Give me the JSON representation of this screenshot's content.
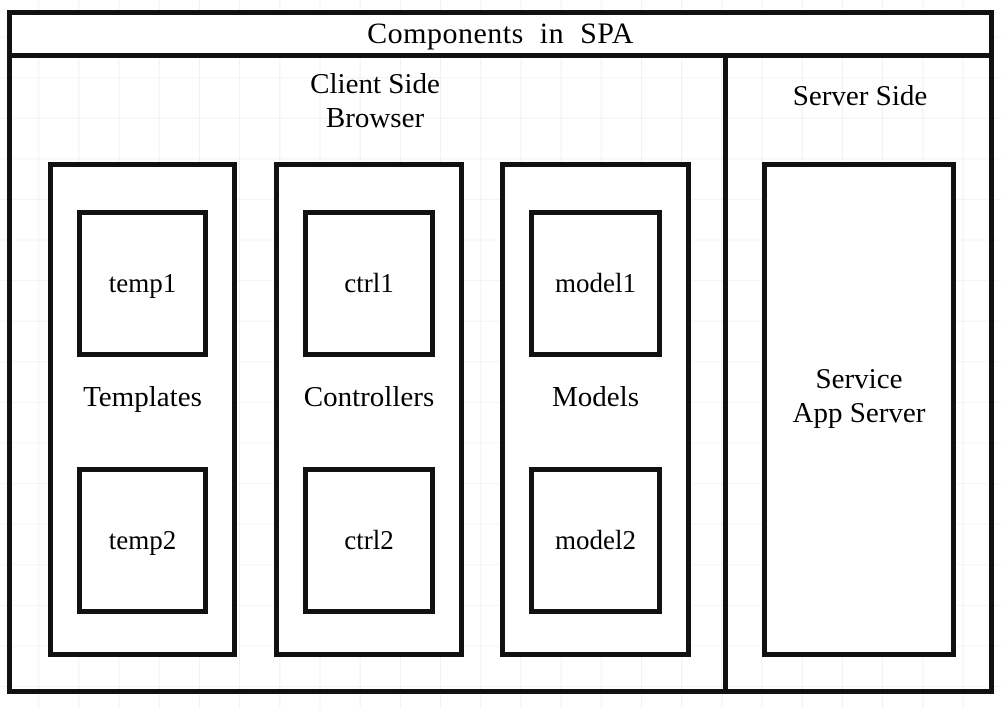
{
  "diagram": {
    "title": "Components  in  SPA",
    "sides": {
      "client": {
        "heading": "Client  Side\nBrowser",
        "columns": [
          {
            "id": "templates",
            "label": "Templates",
            "top_unit": "temp1",
            "bottom_unit": "temp2"
          },
          {
            "id": "controllers",
            "label": "Controllers",
            "top_unit": "ctrl1",
            "bottom_unit": "ctrl2"
          },
          {
            "id": "models",
            "label": "Models",
            "top_unit": "model1",
            "bottom_unit": "model2"
          }
        ]
      },
      "server": {
        "heading": "Server  Side",
        "box_label": "Service\nApp  Server"
      }
    },
    "colors": {
      "stroke": "#111111",
      "fill": "#ffffff",
      "grid": "#f0f0f0"
    }
  }
}
